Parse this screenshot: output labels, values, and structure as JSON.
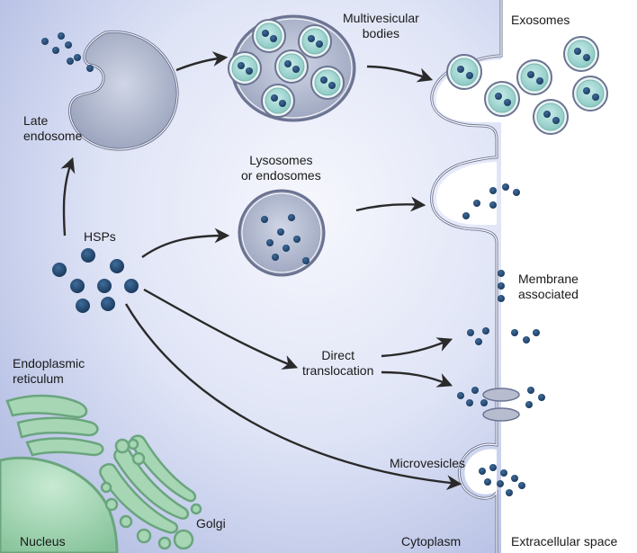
{
  "labels": {
    "multivesicular": "Multivesicular\nbodies",
    "exosomes": "Exosomes",
    "late_endosome": "Late\nendosome",
    "lysosomes": "Lysosomes\nor endosomes",
    "hsps": "HSPs",
    "membrane": "Membrane\nassociated",
    "direct": "Direct\ntranslocation",
    "er": "Endoplasmic\nreticulum",
    "microvesicles": "Microvesicles",
    "golgi": "Golgi",
    "nucleus": "Nucleus",
    "cytoplasm": "Cytoplasm",
    "extracellular": "Extracellular space"
  },
  "colors": {
    "cytoplasm_light": "#eef1fb",
    "cytoplasm_dark": "#b9c3e6",
    "membrane": "#8088a8",
    "hsp": "#24476e",
    "vesicle": "#a9d8d4",
    "organelle": "#9fd1ae",
    "organelle_dark": "#7db890"
  }
}
